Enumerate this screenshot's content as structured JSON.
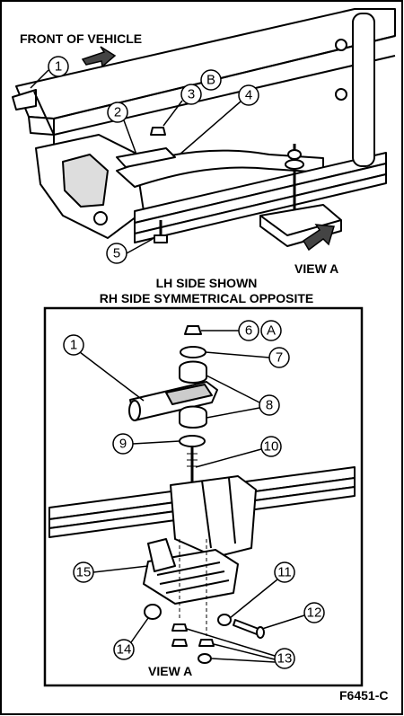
{
  "diagram": {
    "front_label": "FRONT OF VEHICLE",
    "view_a_label": "VIEW A",
    "side_note_1": "LH SIDE SHOWN",
    "side_note_2": "RH SIDE SYMMETRICAL OPPOSITE",
    "view_a_detail_label": "VIEW A",
    "figure_code": "F6451-C",
    "callouts": {
      "c1_top": "1",
      "c2": "2",
      "c3": "3",
      "cB": "B",
      "c4": "4",
      "c5": "5",
      "c6": "6",
      "cA": "A",
      "c7": "7",
      "c1_detail": "1",
      "c8": "8",
      "c9": "9",
      "c10": "10",
      "c15": "15",
      "c11": "11",
      "c12": "12",
      "c14": "14",
      "c13": "13"
    }
  }
}
